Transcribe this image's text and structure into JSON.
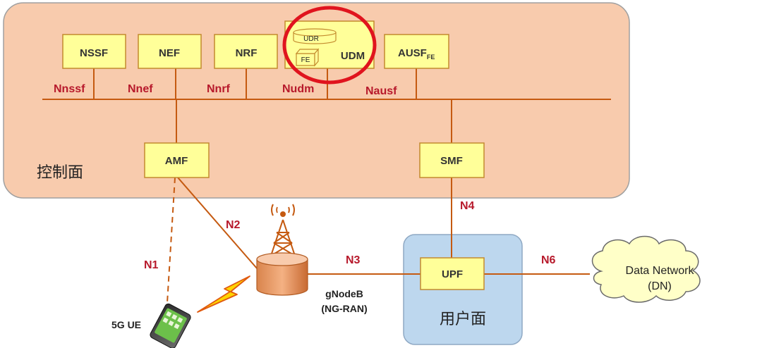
{
  "planes": {
    "control_label": "控制面",
    "user_label": "用户面"
  },
  "nfs": {
    "nssf": "NSSF",
    "nef": "NEF",
    "nrf": "NRF",
    "udm": "UDM",
    "udr": "UDR",
    "fe": "FE",
    "ausf": "AUSF",
    "ausf_sub": "FE",
    "amf": "AMF",
    "smf": "SMF",
    "upf": "UPF"
  },
  "interfaces": {
    "nnssf": "Nnssf",
    "nnef": "Nnef",
    "nnrf": "Nnrf",
    "nudm": "Nudm",
    "nausf": "Nausf",
    "n1": "N1",
    "n2": "N2",
    "n3": "N3",
    "n4": "N4",
    "n6": "N6"
  },
  "ran": {
    "line1": "gNodeB",
    "line2": "(NG-RAN)"
  },
  "ue": {
    "label": "5G UE"
  },
  "dn": {
    "line1": "Data Network",
    "line2": "(DN)"
  },
  "colors": {
    "control_fill": "#f8cbad",
    "nf_fill": "#ffff99",
    "nf_stroke": "#c38a2e",
    "line": "#c55a11",
    "iface_text": "#b7192b",
    "highlight": "#e0141e",
    "user_fill": "#bdd7ee",
    "cloud_fill": "#ffffc8"
  }
}
